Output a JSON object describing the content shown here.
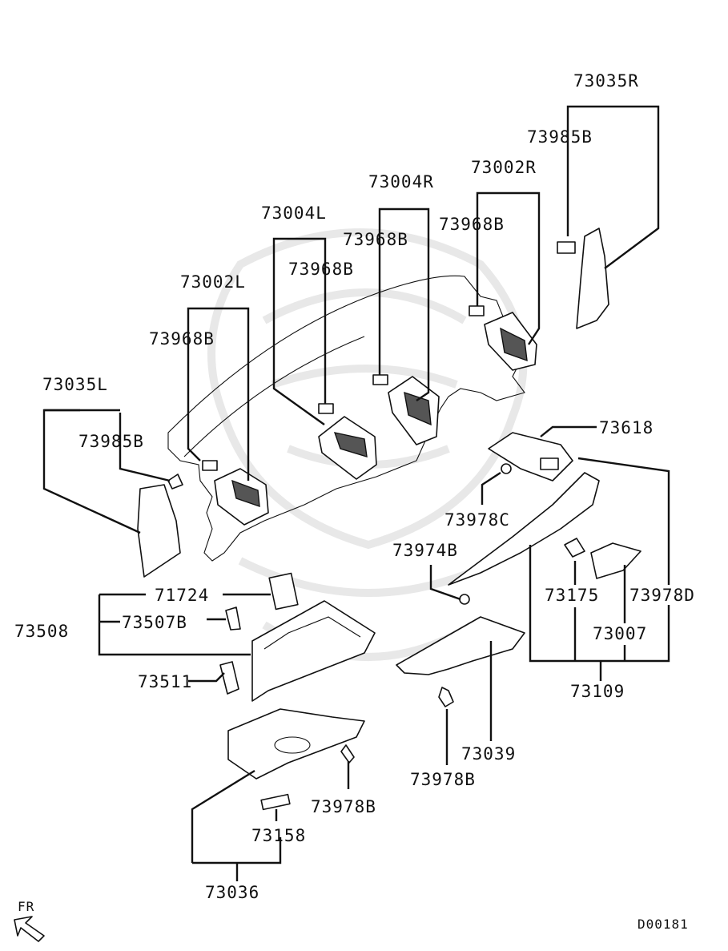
{
  "diagram": {
    "labels": [
      {
        "id": "l-73035R",
        "text": "73035R"
      },
      {
        "id": "l-73985B-r",
        "text": "73985B"
      },
      {
        "id": "l-73002R",
        "text": "73002R"
      },
      {
        "id": "l-73004R",
        "text": "73004R"
      },
      {
        "id": "l-73968B-1",
        "text": "73968B"
      },
      {
        "id": "l-73968B-2",
        "text": "73968B"
      },
      {
        "id": "l-73004L",
        "text": "73004L"
      },
      {
        "id": "l-73968B-3",
        "text": "73968B"
      },
      {
        "id": "l-73002L",
        "text": "73002L"
      },
      {
        "id": "l-73968B-4",
        "text": "73968B"
      },
      {
        "id": "l-73035L",
        "text": "73035L"
      },
      {
        "id": "l-73985B-l",
        "text": "73985B"
      },
      {
        "id": "l-73618",
        "text": "73618"
      },
      {
        "id": "l-73978C",
        "text": "73978C"
      },
      {
        "id": "l-73974B",
        "text": "73974B"
      },
      {
        "id": "l-71724",
        "text": "71724"
      },
      {
        "id": "l-73508",
        "text": "73508"
      },
      {
        "id": "l-73507B",
        "text": "73507B"
      },
      {
        "id": "l-73175",
        "text": "73175"
      },
      {
        "id": "l-73978D",
        "text": "73978D"
      },
      {
        "id": "l-73007",
        "text": "73007"
      },
      {
        "id": "l-73511",
        "text": "73511"
      },
      {
        "id": "l-73109",
        "text": "73109"
      },
      {
        "id": "l-73039",
        "text": "73039"
      },
      {
        "id": "l-73978B-c",
        "text": "73978B"
      },
      {
        "id": "l-73978B-l",
        "text": "73978B"
      },
      {
        "id": "l-73158",
        "text": "73158"
      },
      {
        "id": "l-73036",
        "text": "73036"
      }
    ],
    "front_indicator": "FR",
    "diagram_code": "D00181"
  }
}
